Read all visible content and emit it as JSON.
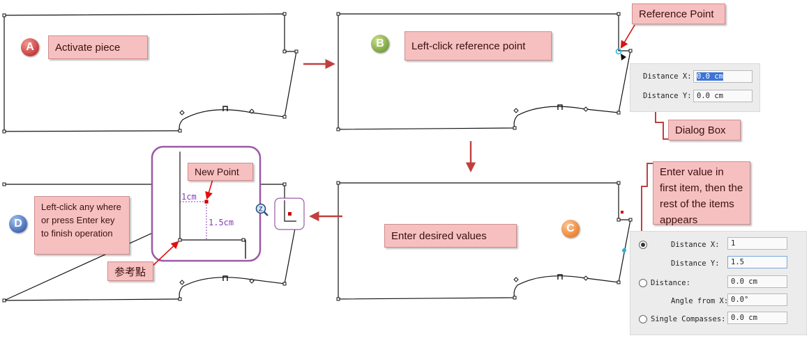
{
  "steps": [
    {
      "letter": "A",
      "color": "#c0262a",
      "text": "Activate piece"
    },
    {
      "letter": "B",
      "color": "#6e9a2c",
      "text": "Left-click reference point"
    },
    {
      "letter": "C",
      "color": "#e8761e",
      "text": "Enter desired values"
    },
    {
      "letter": "D",
      "color": "#2a50a0",
      "text": "Left-click any where or press Enter key to finish operation"
    }
  ],
  "callouts": {
    "reference_point": "Reference Point",
    "dialog_box": "Dialog Box",
    "enter_value": "Enter value in first item, then the rest of the items appears",
    "new_point": "New Point",
    "reference_cjk": "参考點"
  },
  "measures": {
    "h": "1cm",
    "v": "1.5cm"
  },
  "dialog_small": {
    "distance_x_label": "Distance X:",
    "distance_x_value": "0.0 cm",
    "distance_y_label": "Distance Y:",
    "distance_y_value": "0.0 cm"
  },
  "dialog_large": {
    "distance_x_label": "Distance X:",
    "distance_x_value": "1",
    "distance_y_label": "Distance Y:",
    "distance_y_value": "1.5",
    "distance_label": "Distance:",
    "distance_value": "0.0 cm",
    "angle_label": "Angle from X:",
    "angle_value": "0.0°",
    "compass_label": "Single Compasses:",
    "compass_value": "0.0 cm"
  },
  "colors": {
    "arrow": "#c04040",
    "zoom_frame": "#9b59a6",
    "measure": "#8a3ab9",
    "point_red": "#cc0000",
    "point_cyan": "#1fb4e0"
  },
  "icons": {
    "zoom": "zoom-icon"
  }
}
